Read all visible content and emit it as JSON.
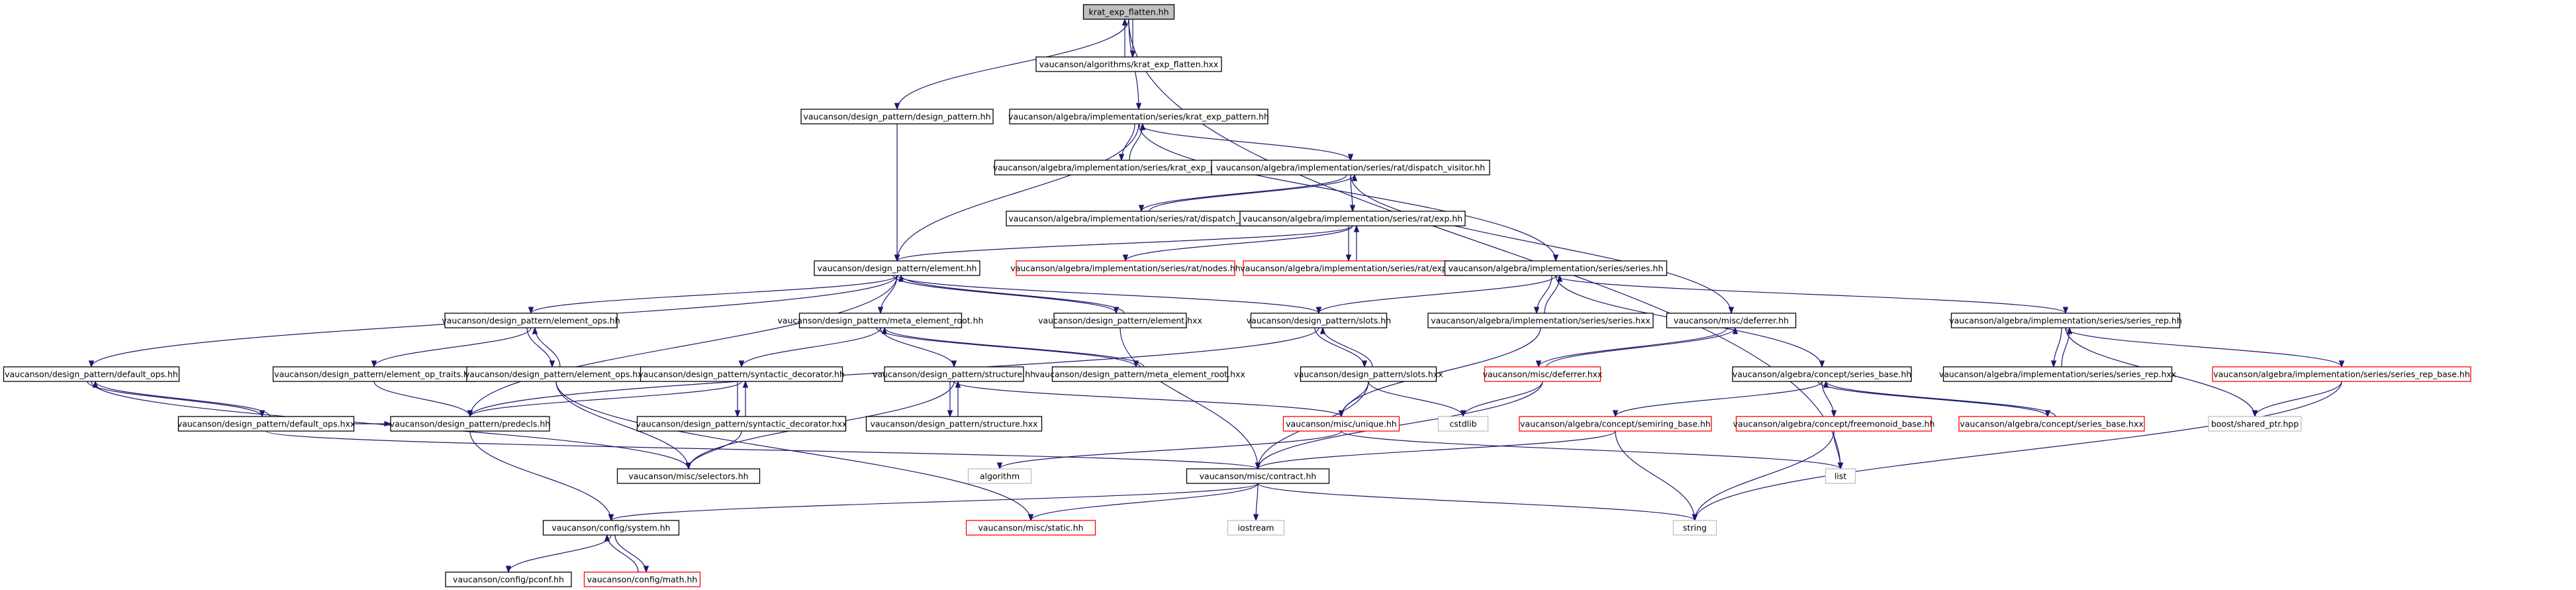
{
  "colors": {
    "edge": "#191970",
    "normal_border": "#000000",
    "missing_border": "#ff0000",
    "external_border": "#bfbfbf",
    "root_fill": "#bfbfbf",
    "fill": "#ffffff"
  },
  "nodes": [
    {
      "id": "n_root",
      "label": "krat_exp_flatten.hh",
      "kind": "root"
    },
    {
      "id": "n_alg_hxx",
      "label": "vaucanson/algorithms/krat_exp_flatten.hxx",
      "kind": "normal"
    },
    {
      "id": "n_dp_dp",
      "label": "vaucanson/design_pattern/design_pattern.hh",
      "kind": "normal"
    },
    {
      "id": "n_kep_hh",
      "label": "vaucanson/algebra/implementation/series/krat_exp_pattern.hh",
      "kind": "normal"
    },
    {
      "id": "n_kep_hxx",
      "label": "vaucanson/algebra/implementation/series/krat_exp_pattern.hxx",
      "kind": "normal"
    },
    {
      "id": "n_dv_hh",
      "label": "vaucanson/algebra/implementation/series/rat/dispatch_visitor.hh",
      "kind": "normal"
    },
    {
      "id": "n_dv_hxx",
      "label": "vaucanson/algebra/implementation/series/rat/dispatch_visitor.hxx",
      "kind": "normal"
    },
    {
      "id": "n_exp_hh",
      "label": "vaucanson/algebra/implementation/series/rat/exp.hh",
      "kind": "normal"
    },
    {
      "id": "n_nodes_hh",
      "label": "vaucanson/algebra/implementation/series/rat/nodes.hh",
      "kind": "missing"
    },
    {
      "id": "n_exp_hxx",
      "label": "vaucanson/algebra/implementation/series/rat/exp.hxx",
      "kind": "missing"
    },
    {
      "id": "n_element_hh",
      "label": "vaucanson/design_pattern/element.hh",
      "kind": "normal"
    },
    {
      "id": "n_series_hh",
      "label": "vaucanson/algebra/implementation/series/series.hh",
      "kind": "normal"
    },
    {
      "id": "n_element_ops_hh",
      "label": "vaucanson/design_pattern/element_ops.hh",
      "kind": "normal"
    },
    {
      "id": "n_mer_hh",
      "label": "vaucanson/design_pattern/meta_element_root.hh",
      "kind": "normal"
    },
    {
      "id": "n_element_hxx",
      "label": "vaucanson/design_pattern/element.hxx",
      "kind": "normal"
    },
    {
      "id": "n_slots_hh",
      "label": "vaucanson/design_pattern/slots.hh",
      "kind": "normal"
    },
    {
      "id": "n_series_hxx",
      "label": "vaucanson/algebra/implementation/series/series.hxx",
      "kind": "normal"
    },
    {
      "id": "n_deferrer_hh",
      "label": "vaucanson/misc/deferrer.hh",
      "kind": "normal"
    },
    {
      "id": "n_series_rep_hh",
      "label": "vaucanson/algebra/implementation/series/series_rep.hh",
      "kind": "normal"
    },
    {
      "id": "n_default_ops_hh",
      "label": "vaucanson/design_pattern/default_ops.hh",
      "kind": "normal"
    },
    {
      "id": "n_eot_hh",
      "label": "vaucanson/design_pattern/element_op_traits.hh",
      "kind": "normal"
    },
    {
      "id": "n_element_ops_hxx",
      "label": "vaucanson/design_pattern/element_ops.hxx",
      "kind": "normal"
    },
    {
      "id": "n_sd_hh",
      "label": "vaucanson/design_pattern/syntactic_decorator.hh",
      "kind": "normal"
    },
    {
      "id": "n_structure_hh",
      "label": "vaucanson/design_pattern/structure.hh",
      "kind": "normal"
    },
    {
      "id": "n_mer_hxx",
      "label": "vaucanson/design_pattern/meta_element_root.hxx",
      "kind": "normal"
    },
    {
      "id": "n_slots_hxx",
      "label": "vaucanson/design_pattern/slots.hxx",
      "kind": "normal"
    },
    {
      "id": "n_deferrer_hxx",
      "label": "vaucanson/misc/deferrer.hxx",
      "kind": "missing"
    },
    {
      "id": "n_cseries_base_hh",
      "label": "vaucanson/algebra/concept/series_base.hh",
      "kind": "normal"
    },
    {
      "id": "n_series_rep_hxx",
      "label": "vaucanson/algebra/implementation/series/series_rep.hxx",
      "kind": "normal"
    },
    {
      "id": "n_srb_hh",
      "label": "vaucanson/algebra/implementation/series/series_rep_base.hh",
      "kind": "missing"
    },
    {
      "id": "n_default_ops_hxx",
      "label": "vaucanson/design_pattern/default_ops.hxx",
      "kind": "normal"
    },
    {
      "id": "n_predecls_hh",
      "label": "vaucanson/design_pattern/predecls.hh",
      "kind": "normal"
    },
    {
      "id": "n_sd_hxx",
      "label": "vaucanson/design_pattern/syntactic_decorator.hxx",
      "kind": "normal"
    },
    {
      "id": "n_structure_hxx",
      "label": "vaucanson/design_pattern/structure.hxx",
      "kind": "normal"
    },
    {
      "id": "n_unique_hh",
      "label": "vaucanson/misc/unique.hh",
      "kind": "missing"
    },
    {
      "id": "n_cstdlib",
      "label": "cstdlib",
      "kind": "external"
    },
    {
      "id": "n_semiring_hh",
      "label": "vaucanson/algebra/concept/semiring_base.hh",
      "kind": "missing"
    },
    {
      "id": "n_freemonoid_hh",
      "label": "vaucanson/algebra/concept/freemonoid_base.hh",
      "kind": "missing"
    },
    {
      "id": "n_cseries_base_hxx",
      "label": "vaucanson/algebra/concept/series_base.hxx",
      "kind": "missing"
    },
    {
      "id": "n_shared_ptr",
      "label": "boost/shared_ptr.hpp",
      "kind": "external"
    },
    {
      "id": "n_selectors_hh",
      "label": "vaucanson/misc/selectors.hh",
      "kind": "normal"
    },
    {
      "id": "n_algorithm",
      "label": "algorithm",
      "kind": "external"
    },
    {
      "id": "n_contract_hh",
      "label": "vaucanson/misc/contract.hh",
      "kind": "normal"
    },
    {
      "id": "n_list",
      "label": "list",
      "kind": "external"
    },
    {
      "id": "n_system_hh",
      "label": "vaucanson/config/system.hh",
      "kind": "normal"
    },
    {
      "id": "n_static_hh",
      "label": "vaucanson/misc/static.hh",
      "kind": "missing"
    },
    {
      "id": "n_iostream",
      "label": "iostream",
      "kind": "external"
    },
    {
      "id": "n_string",
      "label": "string",
      "kind": "external"
    },
    {
      "id": "n_pconf_hh",
      "label": "vaucanson/config/pconf.hh",
      "kind": "normal"
    },
    {
      "id": "n_math_hh",
      "label": "vaucanson/config/math.hh",
      "kind": "missing"
    }
  ],
  "edges": [
    [
      "n_root",
      "n_alg_hxx"
    ],
    [
      "n_alg_hxx",
      "n_root"
    ],
    [
      "n_root",
      "n_dp_dp"
    ],
    [
      "n_root",
      "n_kep_hh"
    ],
    [
      "n_root",
      "n_list"
    ],
    [
      "n_dp_dp",
      "n_element_hh"
    ],
    [
      "n_kep_hh",
      "n_kep_hxx"
    ],
    [
      "n_kep_hxx",
      "n_kep_hh"
    ],
    [
      "n_kep_hh",
      "n_dv_hh"
    ],
    [
      "n_kep_hh",
      "n_element_hh"
    ],
    [
      "n_kep_hh",
      "n_series_hh"
    ],
    [
      "n_dv_hh",
      "n_dv_hxx"
    ],
    [
      "n_dv_hxx",
      "n_dv_hh"
    ],
    [
      "n_dv_hh",
      "n_exp_hh"
    ],
    [
      "n_dv_hh",
      "n_deferrer_hh"
    ],
    [
      "n_exp_hh",
      "n_nodes_hh"
    ],
    [
      "n_exp_hh",
      "n_exp_hxx"
    ],
    [
      "n_exp_hxx",
      "n_exp_hh"
    ],
    [
      "n_exp_hh",
      "n_element_hh"
    ],
    [
      "n_element_hh",
      "n_element_ops_hh"
    ],
    [
      "n_element_hh",
      "n_mer_hh"
    ],
    [
      "n_element_hh",
      "n_element_hxx"
    ],
    [
      "n_element_hxx",
      "n_element_hh"
    ],
    [
      "n_element_hh",
      "n_slots_hh"
    ],
    [
      "n_element_hh",
      "n_default_ops_hh"
    ],
    [
      "n_element_hh",
      "n_predecls_hh"
    ],
    [
      "n_element_ops_hh",
      "n_eot_hh"
    ],
    [
      "n_element_ops_hh",
      "n_element_ops_hxx"
    ],
    [
      "n_element_ops_hxx",
      "n_element_ops_hh"
    ],
    [
      "n_eot_hh",
      "n_predecls_hh"
    ],
    [
      "n_element_ops_hxx",
      "n_selectors_hh"
    ],
    [
      "n_element_ops_hxx",
      "n_static_hh"
    ],
    [
      "n_mer_hh",
      "n_sd_hh"
    ],
    [
      "n_mer_hh",
      "n_structure_hh"
    ],
    [
      "n_mer_hh",
      "n_mer_hxx"
    ],
    [
      "n_mer_hxx",
      "n_mer_hh"
    ],
    [
      "n_sd_hh",
      "n_sd_hxx"
    ],
    [
      "n_sd_hxx",
      "n_sd_hh"
    ],
    [
      "n_sd_hh",
      "n_predecls_hh"
    ],
    [
      "n_sd_hxx",
      "n_selectors_hh"
    ],
    [
      "n_structure_hh",
      "n_structure_hxx"
    ],
    [
      "n_structure_hxx",
      "n_structure_hh"
    ],
    [
      "n_structure_hh",
      "n_unique_hh"
    ],
    [
      "n_structure_hh",
      "n_selectors_hh"
    ],
    [
      "n_element_hxx",
      "n_contract_hh"
    ],
    [
      "n_slots_hh",
      "n_slots_hxx"
    ],
    [
      "n_slots_hxx",
      "n_slots_hh"
    ],
    [
      "n_slots_hh",
      "n_predecls_hh"
    ],
    [
      "n_slots_hxx",
      "n_unique_hh"
    ],
    [
      "n_slots_hxx",
      "n_cstdlib"
    ],
    [
      "n_slots_hxx",
      "n_contract_hh"
    ],
    [
      "n_series_hh",
      "n_slots_hh"
    ],
    [
      "n_series_hh",
      "n_series_hxx"
    ],
    [
      "n_series_hxx",
      "n_series_hh"
    ],
    [
      "n_series_hh",
      "n_series_rep_hh"
    ],
    [
      "n_series_hh",
      "n_cseries_base_hh"
    ],
    [
      "n_series_hxx",
      "n_unique_hh"
    ],
    [
      "n_deferrer_hh",
      "n_deferrer_hxx"
    ],
    [
      "n_deferrer_hxx",
      "n_deferrer_hh"
    ],
    [
      "n_deferrer_hxx",
      "n_contract_hh"
    ],
    [
      "n_deferrer_hxx",
      "n_cstdlib"
    ],
    [
      "n_series_rep_hh",
      "n_series_rep_hxx"
    ],
    [
      "n_series_rep_hxx",
      "n_series_rep_hh"
    ],
    [
      "n_series_rep_hh",
      "n_srb_hh"
    ],
    [
      "n_series_rep_hh",
      "n_shared_ptr"
    ],
    [
      "n_srb_hh",
      "n_shared_ptr"
    ],
    [
      "n_srb_hh",
      "n_string"
    ],
    [
      "n_cseries_base_hh",
      "n_semiring_hh"
    ],
    [
      "n_cseries_base_hh",
      "n_freemonoid_hh"
    ],
    [
      "n_cseries_base_hh",
      "n_cseries_base_hxx"
    ],
    [
      "n_cseries_base_hxx",
      "n_cseries_base_hh"
    ],
    [
      "n_semiring_hh",
      "n_contract_hh"
    ],
    [
      "n_semiring_hh",
      "n_string"
    ],
    [
      "n_freemonoid_hh",
      "n_list"
    ],
    [
      "n_freemonoid_hh",
      "n_string"
    ],
    [
      "n_default_ops_hh",
      "n_default_ops_hxx"
    ],
    [
      "n_default_ops_hxx",
      "n_default_ops_hh"
    ],
    [
      "n_default_ops_hh",
      "n_selectors_hh"
    ],
    [
      "n_default_ops_hxx",
      "n_predecls_hh"
    ],
    [
      "n_default_ops_hxx",
      "n_contract_hh"
    ],
    [
      "n_predecls_hh",
      "n_system_hh"
    ],
    [
      "n_unique_hh",
      "n_algorithm"
    ],
    [
      "n_unique_hh",
      "n_list"
    ],
    [
      "n_contract_hh",
      "n_system_hh"
    ],
    [
      "n_contract_hh",
      "n_static_hh"
    ],
    [
      "n_contract_hh",
      "n_iostream"
    ],
    [
      "n_contract_hh",
      "n_string"
    ],
    [
      "n_system_hh",
      "n_pconf_hh"
    ],
    [
      "n_system_hh",
      "n_math_hh"
    ],
    [
      "n_math_hh",
      "n_system_hh"
    ]
  ]
}
